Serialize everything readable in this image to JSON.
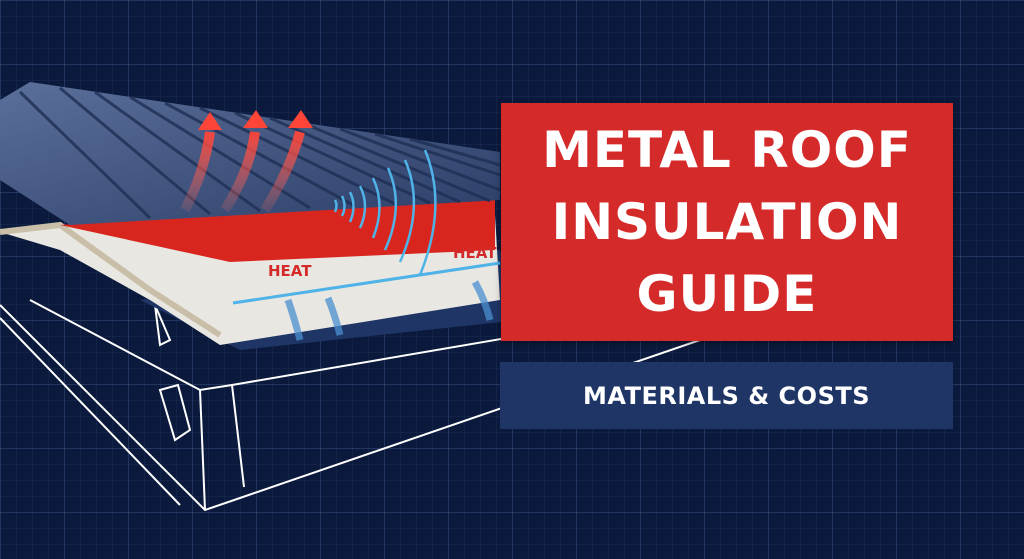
{
  "title": {
    "lines": [
      "METAL ROOF",
      "INSULATION",
      "GUIDE"
    ],
    "background_color": "#d42a2a"
  },
  "subtitle": {
    "text": "MATERIALS & COSTS",
    "background_color": "#1e3566"
  },
  "illustration": {
    "labels": [
      "HEAT",
      "HEAT"
    ],
    "heat_arrow_color": "#e8453c",
    "wave_color": "#4fb3e8",
    "roof_color": "#3a4f7c",
    "insulation_color": "#e9e7e2"
  },
  "background_color": "#0b1a3c"
}
